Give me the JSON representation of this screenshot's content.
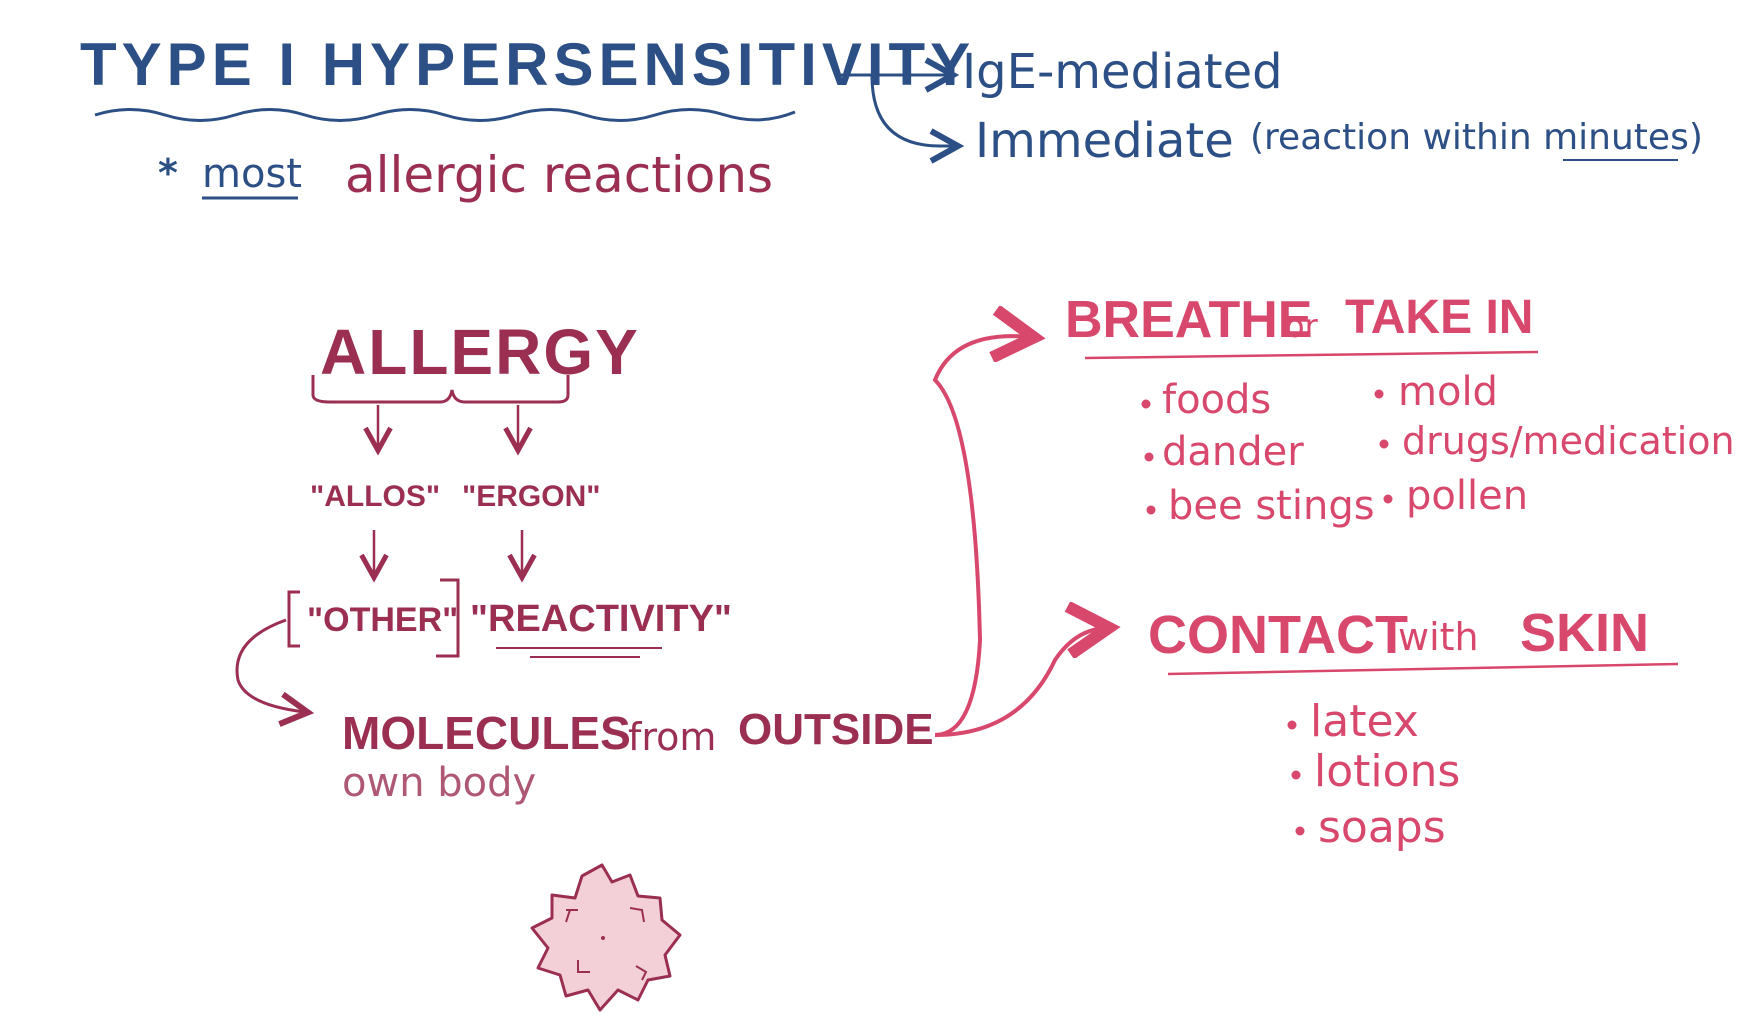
{
  "header": {
    "title": "TYPE I HYPERSENSITIVITY",
    "branch_1": "IgE-mediated",
    "branch_2": "Immediate",
    "branch_2_note": "(reaction within minutes)",
    "note_star": "*",
    "note_word_1": "most",
    "note_word_2": "allergic reactions"
  },
  "etymology": {
    "root_word": "ALLERGY",
    "part_1": "\"ALLOS\"",
    "part_2": "\"ERGON\"",
    "meaning_1": "\"OTHER\"",
    "meaning_2": "\"REACTIVITY\"",
    "definition_1": "MOLECULES",
    "definition_2": "from",
    "definition_3": "OUTSIDE",
    "definition_4": "own body"
  },
  "route_breathe": {
    "heading_1": "BREATHE",
    "heading_2": "or",
    "heading_3": "TAKE IN",
    "items": [
      "foods",
      "mold",
      "dander",
      "drugs/medication",
      "bee stings",
      "pollen"
    ]
  },
  "route_contact": {
    "heading_1": "CONTACT",
    "heading_2": "with",
    "heading_3": "SKIN",
    "items": [
      "latex",
      "lotions",
      "soaps"
    ]
  },
  "colors": {
    "title_blue": "#2c4f85",
    "maroon": "#9b2f52",
    "pink": "#d8476c",
    "allergen_fill": "#f3cfd8"
  },
  "icons": [
    "allergen-particle-icon",
    "arrow-icon",
    "bracket-icon"
  ]
}
